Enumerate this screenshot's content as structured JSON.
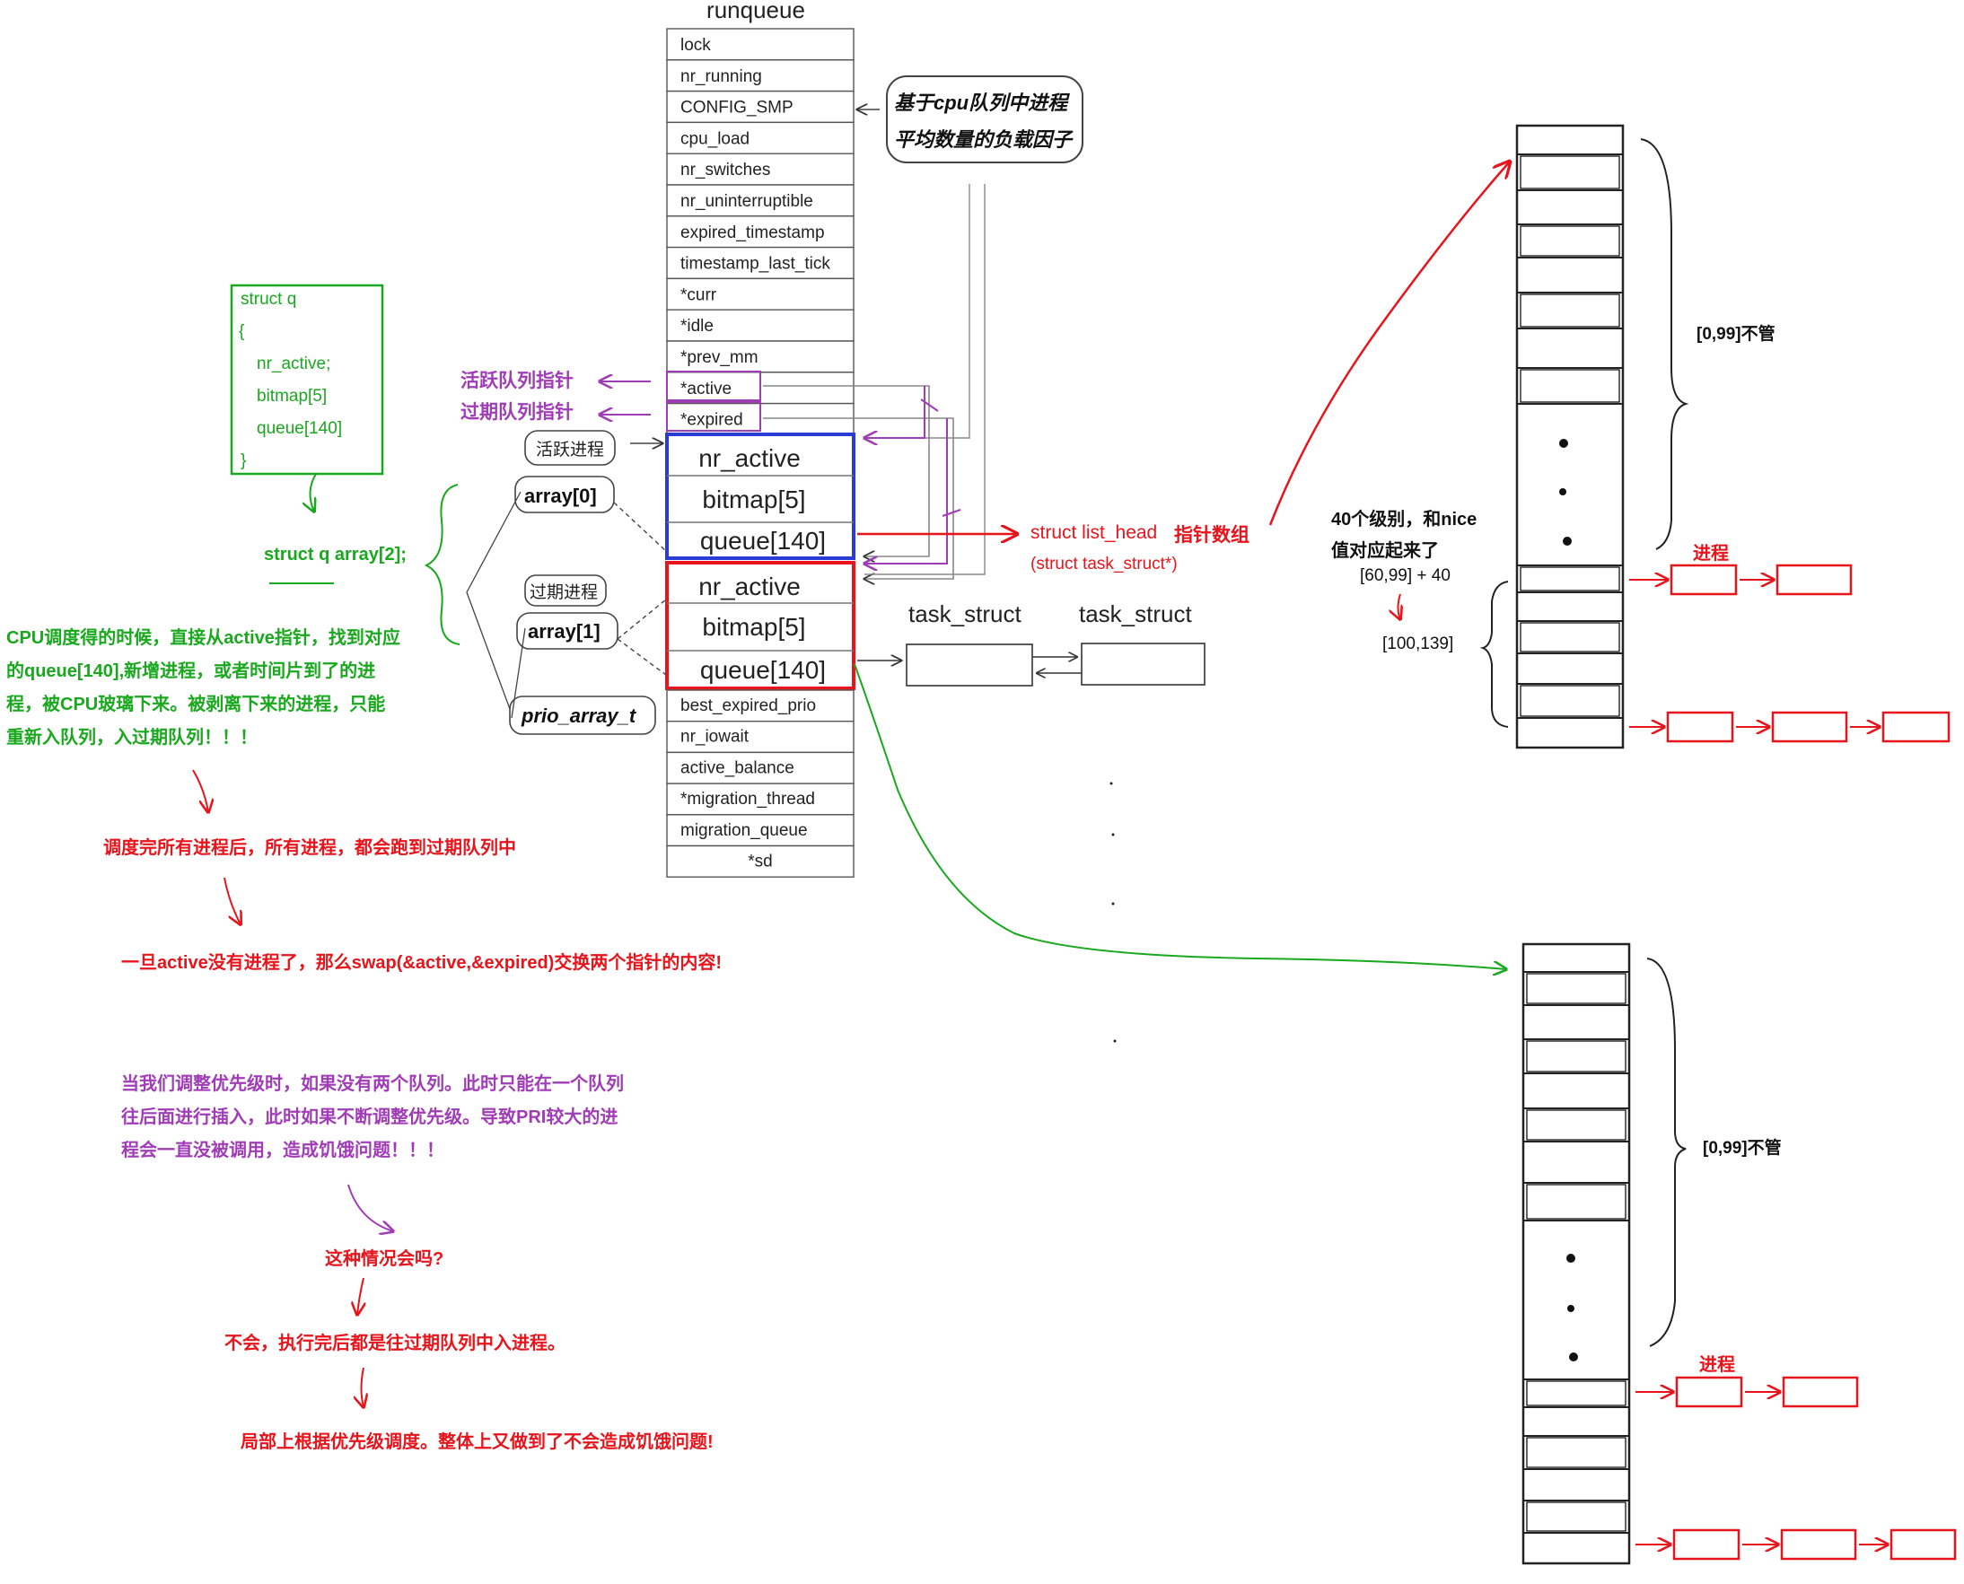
{
  "runqueue": {
    "title": "runqueue",
    "fields": [
      "lock",
      "nr_running",
      "CONFIG_SMP",
      "cpu_load",
      "nr_switches",
      "nr_uninterruptible",
      "expired_timestamp",
      "timestamp_last_tick",
      "*curr",
      "*idle",
      "*prev_mm",
      "*active",
      "*expired"
    ],
    "array0": [
      "nr_active",
      "bitmap[5]",
      "queue[140]"
    ],
    "array1": [
      "nr_active",
      "bitmap[5]",
      "queue[140]"
    ],
    "tail_fields": [
      "best_expired_prio",
      "nr_iowait",
      "active_balance",
      "*migration_thread",
      "migration_queue",
      "*sd"
    ]
  },
  "callout_load": [
    "基于cpu队列中进程",
    "平均数量的负载因子"
  ],
  "labels": {
    "active_ptr": "活跃队列指针",
    "expired_ptr": "过期队列指针",
    "active_proc": "活跃进程",
    "array0": "array[0]",
    "expired_proc": "过期进程",
    "array1": "array[1]",
    "prio_array": "prio_array_t",
    "list_head": "struct list_head",
    "ptr_array": "指针数组",
    "task_ptr": "(struct task_struct*)",
    "task_struct_1": "task_struct",
    "task_struct_2": "task_struct"
  },
  "struct_q": {
    "lines": [
      "struct q",
      "{",
      "nr_active;",
      "bitmap[5]",
      "queue[140]",
      "}"
    ],
    "array_decl": "struct q array[2];"
  },
  "notes": {
    "cpu_sched": [
      "CPU调度得的时候，直接从active指针，找到对应",
      "的queue[140],新增进程，或者时间片到了的进",
      "程，被CPU玻璃下来。被剥离下来的进程，只能",
      "重新入队列，入过期队列！！！"
    ],
    "after_sched": "调度完所有进程后，所有进程，都会跑到过期队列中",
    "swap": "一旦active没有进程了，那么swap(&active,&expired)交换两个指针的内容!",
    "priority": [
      "当我们调整优先级时，如果没有两个队列。此时只能在一个队列",
      "往后面进行插入，此时如果不断调整优先级。导致PRI较大的进",
      "程会一直没被调用，造成饥饿问题！！！"
    ],
    "question": "这种情况会吗?",
    "answer": "不会，执行完后都是往过期队列中入进程。",
    "conclusion": "局部上根据优先级调度。整体上又做到了不会造成饥饿问题!"
  },
  "right_top": {
    "range_ignore": "[0,99]不管",
    "levels": [
      "40个级别，和nice",
      "值对应起来了"
    ],
    "range_map": "[60,99] + 40",
    "range_real": "[100,139]",
    "process": "进程"
  },
  "right_bottom": {
    "range_ignore": "[0,99]不管",
    "process": "进程"
  }
}
